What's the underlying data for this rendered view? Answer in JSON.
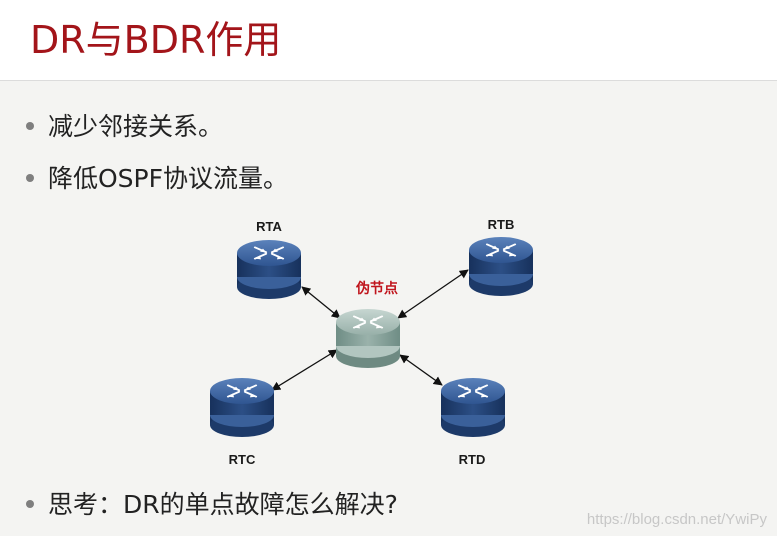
{
  "slide": {
    "title": "DR与BDR作用",
    "bullets": [
      "减少邻接关系。",
      "降低OSPF协议流量。"
    ],
    "question": "思考：DR的单点故障怎么解决?"
  },
  "diagram": {
    "routers": [
      {
        "id": "rta",
        "label": "RTA",
        "color": "#2c4f86"
      },
      {
        "id": "rtb",
        "label": "RTB",
        "color": "#2c4f86"
      },
      {
        "id": "rtc",
        "label": "RTC",
        "color": "#2c4f86"
      },
      {
        "id": "rtd",
        "label": "RTD",
        "color": "#2c4f86"
      }
    ],
    "pseudo_node": {
      "label": "伪节点",
      "color": "#93aaa3"
    },
    "links": [
      "rta-pseudo",
      "rtb-pseudo",
      "rtc-pseudo",
      "rtd-pseudo"
    ]
  },
  "watermark": "https://blog.csdn.net/YwiPy",
  "colors": {
    "title": "#a3151a",
    "router_body": "#2c4f86",
    "pseudo_body": "#93aaa3",
    "pseudo_label": "#c0151d"
  }
}
